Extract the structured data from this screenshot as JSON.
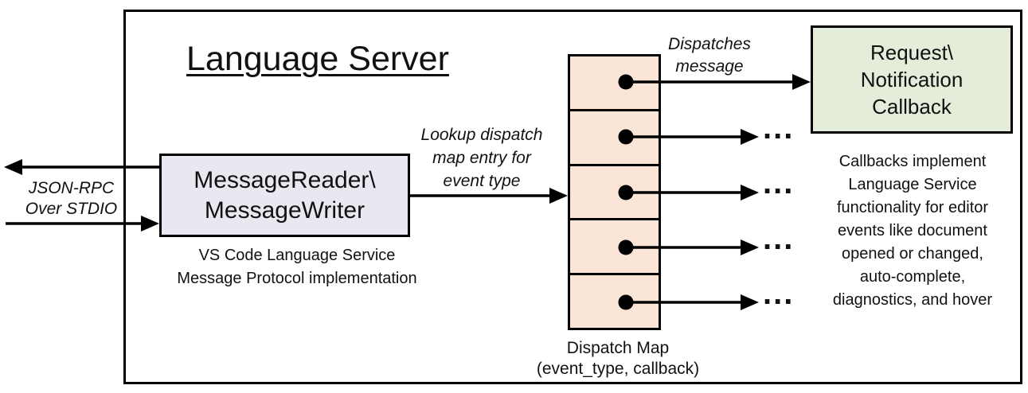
{
  "title": "Language Server",
  "colors": {
    "lavender": "#E9E7F0",
    "peach": "#FBE5D6",
    "green": "#E3EDDA",
    "line": "#000000"
  },
  "left_io": {
    "line1": "JSON-RPC",
    "line2": "Over STDIO"
  },
  "message_box": {
    "line1": "MessageReader\\",
    "line2": "MessageWriter",
    "caption_line1": "VS Code Language Service",
    "caption_line2": "Message Protocol implementation"
  },
  "lookup_label": {
    "line1": "Lookup dispatch",
    "line2": "map entry for",
    "line3": "event type"
  },
  "dispatches_label": {
    "line1": "Dispatches",
    "line2": "message"
  },
  "dispatch_map": {
    "label_line1": "Dispatch Map",
    "label_line2": "(event_type, callback)"
  },
  "callback_box": {
    "line1": "Request\\",
    "line2": "Notification",
    "line3": "Callback"
  },
  "callbacks_note": {
    "lines": [
      "Callbacks implement",
      "Language Service",
      "functionality for editor",
      "events like document",
      "opened or changed,",
      "auto-complete,",
      "diagnostics, and hover"
    ]
  },
  "ellipsis": "..."
}
